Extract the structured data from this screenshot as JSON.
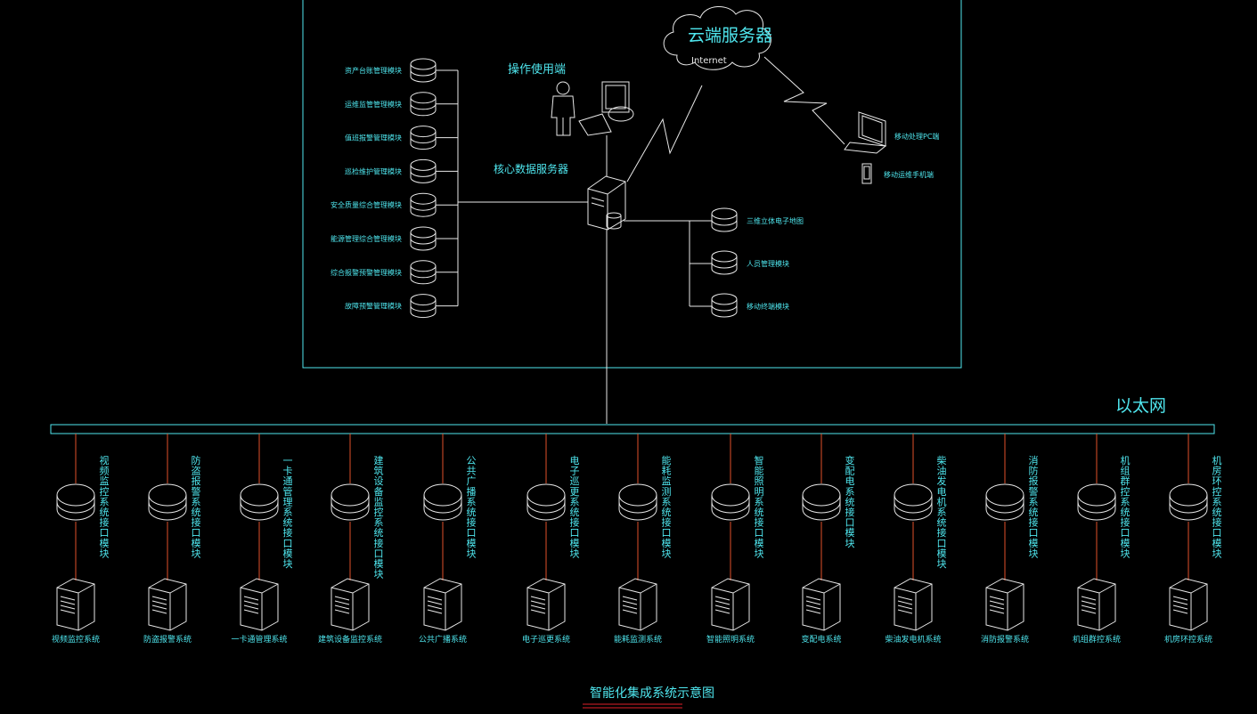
{
  "core": {
    "cloud_title": "云端服务器",
    "cloud_sub": "Internet",
    "operator_label": "操作使用端",
    "core_server_label": "核心数据服务器",
    "pc_label": "移动处理PC端",
    "mobile_label": "移动运维手机端"
  },
  "left_modules": [
    "资产台账管理模块",
    "运维监管管理模块",
    "值班报警管理模块",
    "巡检维护管理模块",
    "安全质量综合管理模块",
    "能源管理综合管理模块",
    "综合报警预警管理模块",
    "故障预警管理模块"
  ],
  "right_modules": [
    "三维立体电子地图",
    "人员管理模块",
    "移动终端模块"
  ],
  "ethernet_label": "以太网",
  "subsystems": [
    {
      "interface": "视频监控系统接口模块",
      "system": "视频监控系统"
    },
    {
      "interface": "防盗报警系统接口模块",
      "system": "防盗报警系统"
    },
    {
      "interface": "一卡通管理系统接口模块",
      "system": "一卡通管理系统"
    },
    {
      "interface": "建筑设备监控系统接口模块",
      "system": "建筑设备监控系统"
    },
    {
      "interface": "公共广播系统接口模块",
      "system": "公共广播系统"
    },
    {
      "interface": "电子巡更系统接口模块",
      "system": "电子巡更系统"
    },
    {
      "interface": "能耗监测系统接口模块",
      "system": "能耗监测系统"
    },
    {
      "interface": "智能照明系统接口模块",
      "system": "智能照明系统"
    },
    {
      "interface": "变配电系统接口模块",
      "system": "变配电系统"
    },
    {
      "interface": "柴油发电机系统接口模块",
      "system": "柴油发电机系统"
    },
    {
      "interface": "消防报警系统接口模块",
      "system": "消防报警系统"
    },
    {
      "interface": "机组群控系统接口模块",
      "system": "机组群控系统"
    },
    {
      "interface": "机房环控系统接口模块",
      "system": "机房环控系统"
    }
  ],
  "footer_title": "智能化集成系统示意图",
  "colors": {
    "line": "#4fe6ee",
    "branch": "#e0502a",
    "connector": "#e8e8e8",
    "underline": "#e0202a",
    "background": "#000000"
  }
}
